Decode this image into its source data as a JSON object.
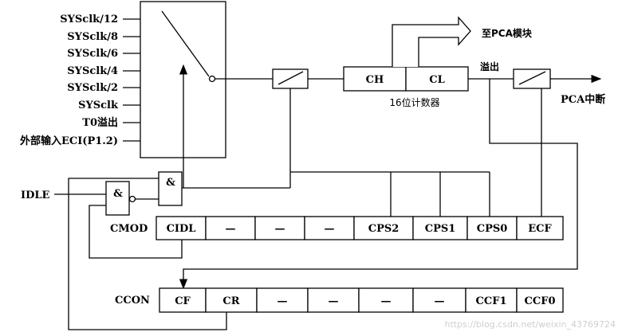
{
  "clock_sources": [
    "SYSclk/12",
    "SYSclk/8",
    "SYSclk/6",
    "SYSclk/4",
    "SYSclk/2",
    "SYSclk",
    "T0溢出",
    "外部输入ECI(P1.2)"
  ],
  "counter": {
    "high": "CH",
    "low": "CL",
    "caption": "16位计数器"
  },
  "outputs": {
    "to_module": "至PCA模块",
    "overflow": "溢出",
    "interrupt": "PCA中断"
  },
  "gates": {
    "and": "&"
  },
  "idle_label": "IDLE",
  "cmod": {
    "label": "CMOD",
    "bits": [
      "CIDL",
      "—",
      "—",
      "—",
      "CPS2",
      "CPS1",
      "CPS0",
      "ECF"
    ]
  },
  "ccon": {
    "label": "CCON",
    "bits": [
      "CF",
      "CR",
      "—",
      "—",
      "—",
      "—",
      "CCF1",
      "CCF0"
    ]
  },
  "watermark": "https://blog.csdn.net/weixin_43769724"
}
